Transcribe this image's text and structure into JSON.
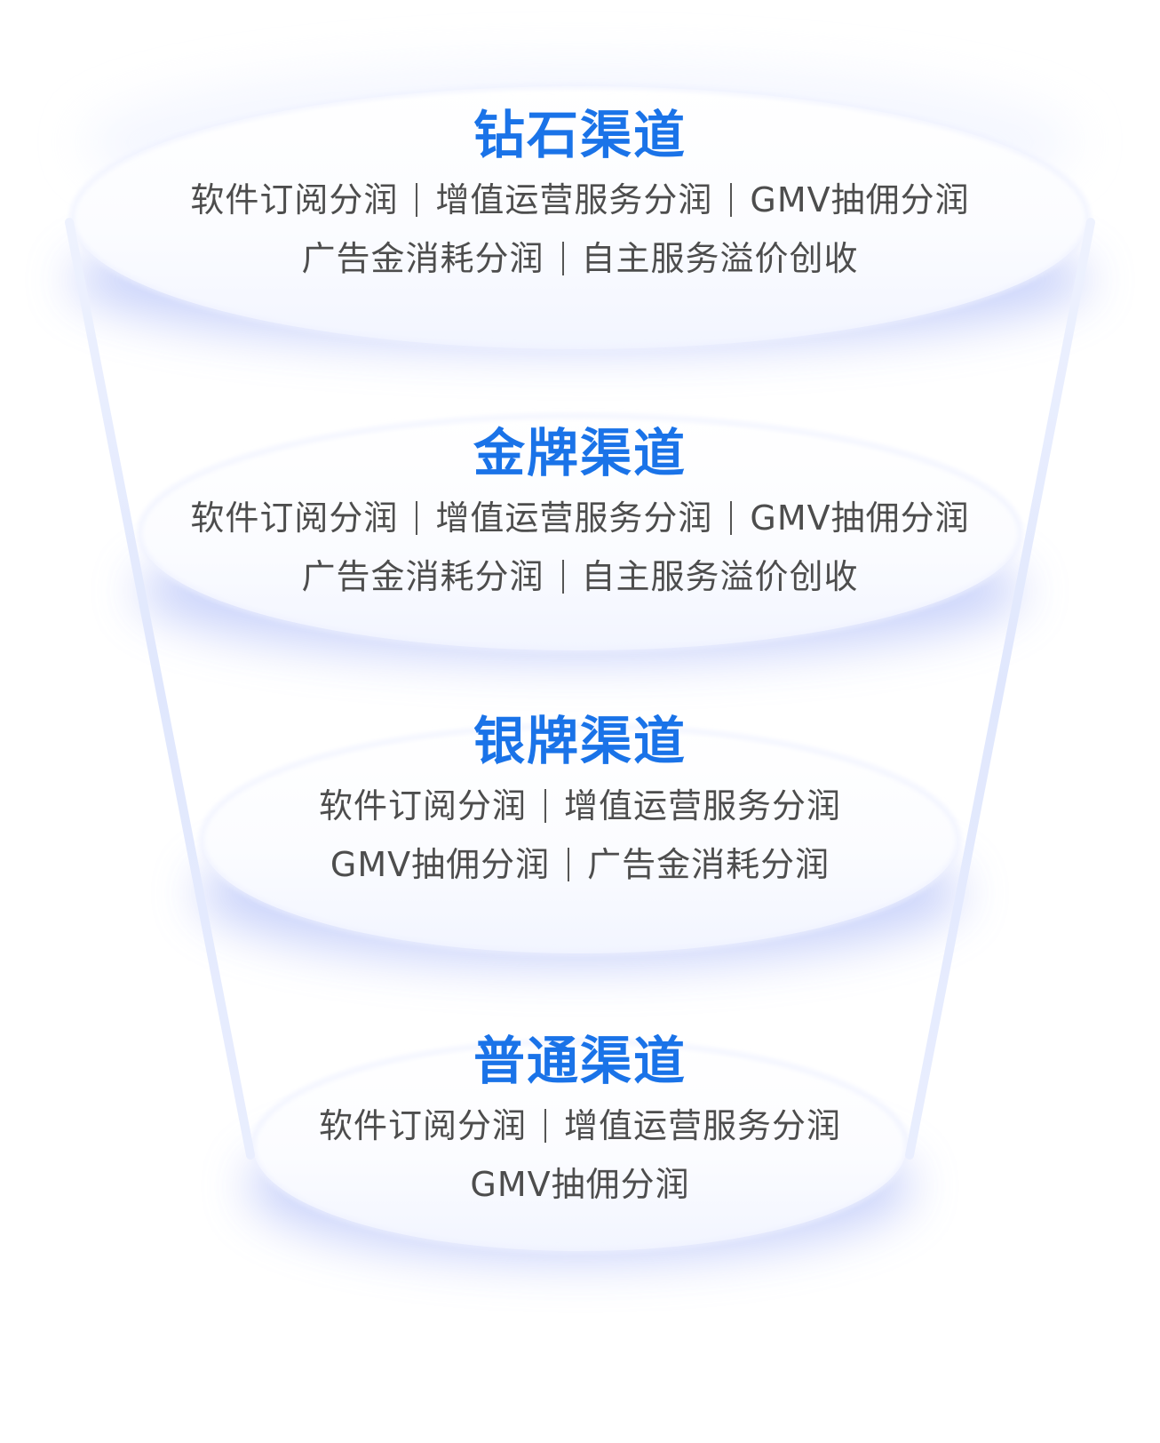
{
  "theme": {
    "title_color": "#1a73e8",
    "text_color": "#4d4d4d",
    "glow_color": "#c3cdfa",
    "side_line_color": "#e6ecfe"
  },
  "tiers": [
    {
      "title": "钻石渠道",
      "lines": [
        [
          "软件订阅分润",
          "增值运营服务分润",
          "GMV抽佣分润"
        ],
        [
          "广告金消耗分润",
          "自主服务溢价创收"
        ]
      ]
    },
    {
      "title": "金牌渠道",
      "lines": [
        [
          "软件订阅分润",
          "增值运营服务分润",
          "GMV抽佣分润"
        ],
        [
          "广告金消耗分润",
          "自主服务溢价创收"
        ]
      ]
    },
    {
      "title": "银牌渠道",
      "lines": [
        [
          "软件订阅分润",
          "增值运营服务分润"
        ],
        [
          "GMV抽佣分润",
          "广告金消耗分润"
        ]
      ]
    },
    {
      "title": "普通渠道",
      "lines": [
        [
          "软件订阅分润",
          "增值运营服务分润"
        ],
        [
          "GMV抽佣分润"
        ]
      ]
    }
  ]
}
